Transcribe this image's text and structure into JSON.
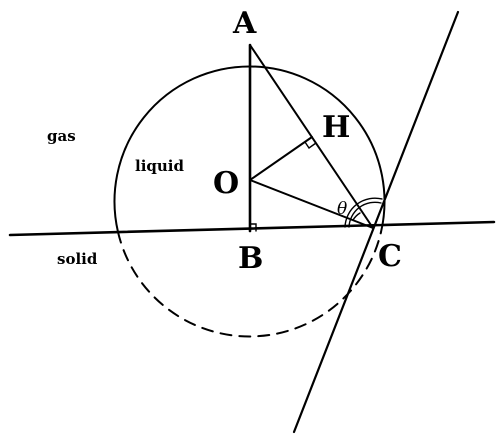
{
  "diagram": {
    "points": {
      "A": "A",
      "H": "H",
      "O": "O",
      "B": "B",
      "C": "C"
    },
    "regions": {
      "gas": "gas",
      "liquid": "liquid",
      "solid": "solid"
    },
    "angle_symbol": "θ"
  }
}
